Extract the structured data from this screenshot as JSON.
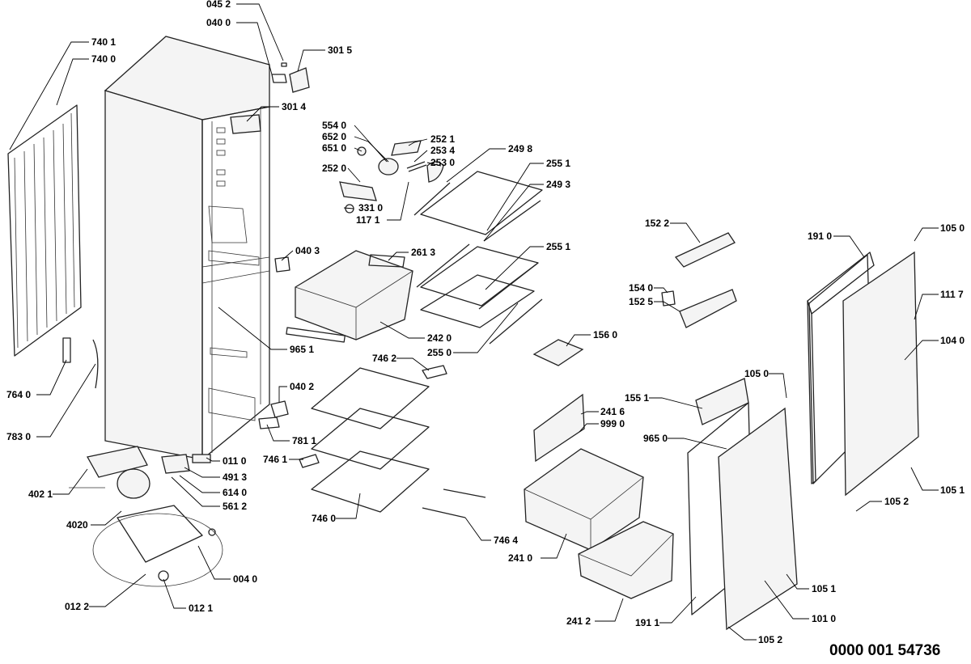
{
  "document_number": "0000 001 54736",
  "labels": {
    "l0452": "045 2",
    "l0400": "040 0",
    "l3015": "301 5",
    "l3014": "301 4",
    "l7401": "740 1",
    "l7400": "740 0",
    "l7640": "764 0",
    "l7830": "783 0",
    "l5540": "554 0",
    "l6520": "652 0",
    "l6510": "651 0",
    "l2520": "252 0",
    "l3310": "331 0",
    "l1171": "117 1",
    "l2521": "252 1",
    "l2534": "253 4",
    "l2530": "253 0",
    "l2498": "249 8",
    "l2551a": "255 1",
    "l2493": "249 3",
    "l0403": "040 3",
    "l2613": "261 3",
    "l2551b": "255 1",
    "l2420": "242 0",
    "l9651": "965 1",
    "l2550": "255 0",
    "l1560": "156 0",
    "l7462": "746 2",
    "l0402": "040 2",
    "l7811": "781 1",
    "l7461": "746 1",
    "l7460": "746 0",
    "l7464": "746 4",
    "l0110": "011 0",
    "l4913": "491 3",
    "l6140": "614 0",
    "l5612": "561 2",
    "l4021": "402 1",
    "l4020": "4020",
    "l0040": "004 0",
    "l0122": "012 2",
    "l0121": "012 1",
    "l1522": "152 2",
    "l1540": "154 0",
    "l1525": "152 5",
    "l1910": "191 0",
    "l1050a": "105 0",
    "l1117": "111 7",
    "l1040": "104 0",
    "l1050b": "105 0",
    "l1551": "155 1",
    "l2416": "241 6",
    "l9990": "999 0",
    "l9650": "965 0",
    "l1051a": "105 1",
    "l1052a": "105 2",
    "l2410": "241 0",
    "l2412": "241 2",
    "l1911": "191 1",
    "l1010": "101 0",
    "l1051b": "105 1",
    "l1052b": "105 2"
  }
}
